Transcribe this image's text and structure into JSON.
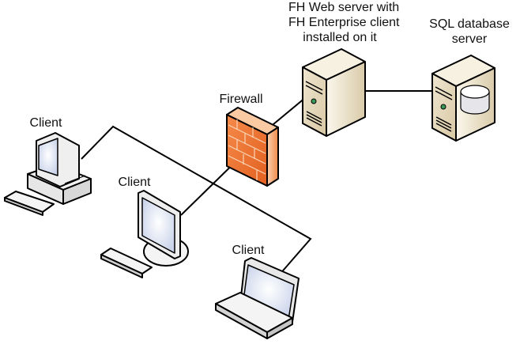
{
  "diagram": {
    "title": "FH Enterprise network topology",
    "nodes": {
      "web_server": {
        "label_lines": [
          "FH Web server with",
          "FH Enterprise client",
          "installed on it"
        ],
        "icon": "server-tower-icon"
      },
      "sql_server": {
        "label_lines": [
          "SQL database",
          "server"
        ],
        "icon": "database-server-icon"
      },
      "firewall": {
        "label": "Firewall",
        "icon": "firewall-brick-wall-icon"
      },
      "client_desktop": {
        "label": "Client",
        "icon": "desktop-computer-icon"
      },
      "client_monitor": {
        "label": "Client",
        "icon": "flat-monitor-computer-icon"
      },
      "client_laptop": {
        "label": "Client",
        "icon": "laptop-icon"
      }
    },
    "connections": [
      {
        "from": "web_server",
        "to": "sql_server"
      },
      {
        "from": "firewall",
        "to": "web_server"
      },
      {
        "from": "client_monitor",
        "to": "firewall"
      },
      {
        "from": "client_desktop",
        "to": "client_laptop"
      }
    ],
    "colors": {
      "firewall": "#f07a3a",
      "server_body": "#e8dcc0",
      "screen": "#d8e0f0",
      "outline": "#000000"
    }
  }
}
